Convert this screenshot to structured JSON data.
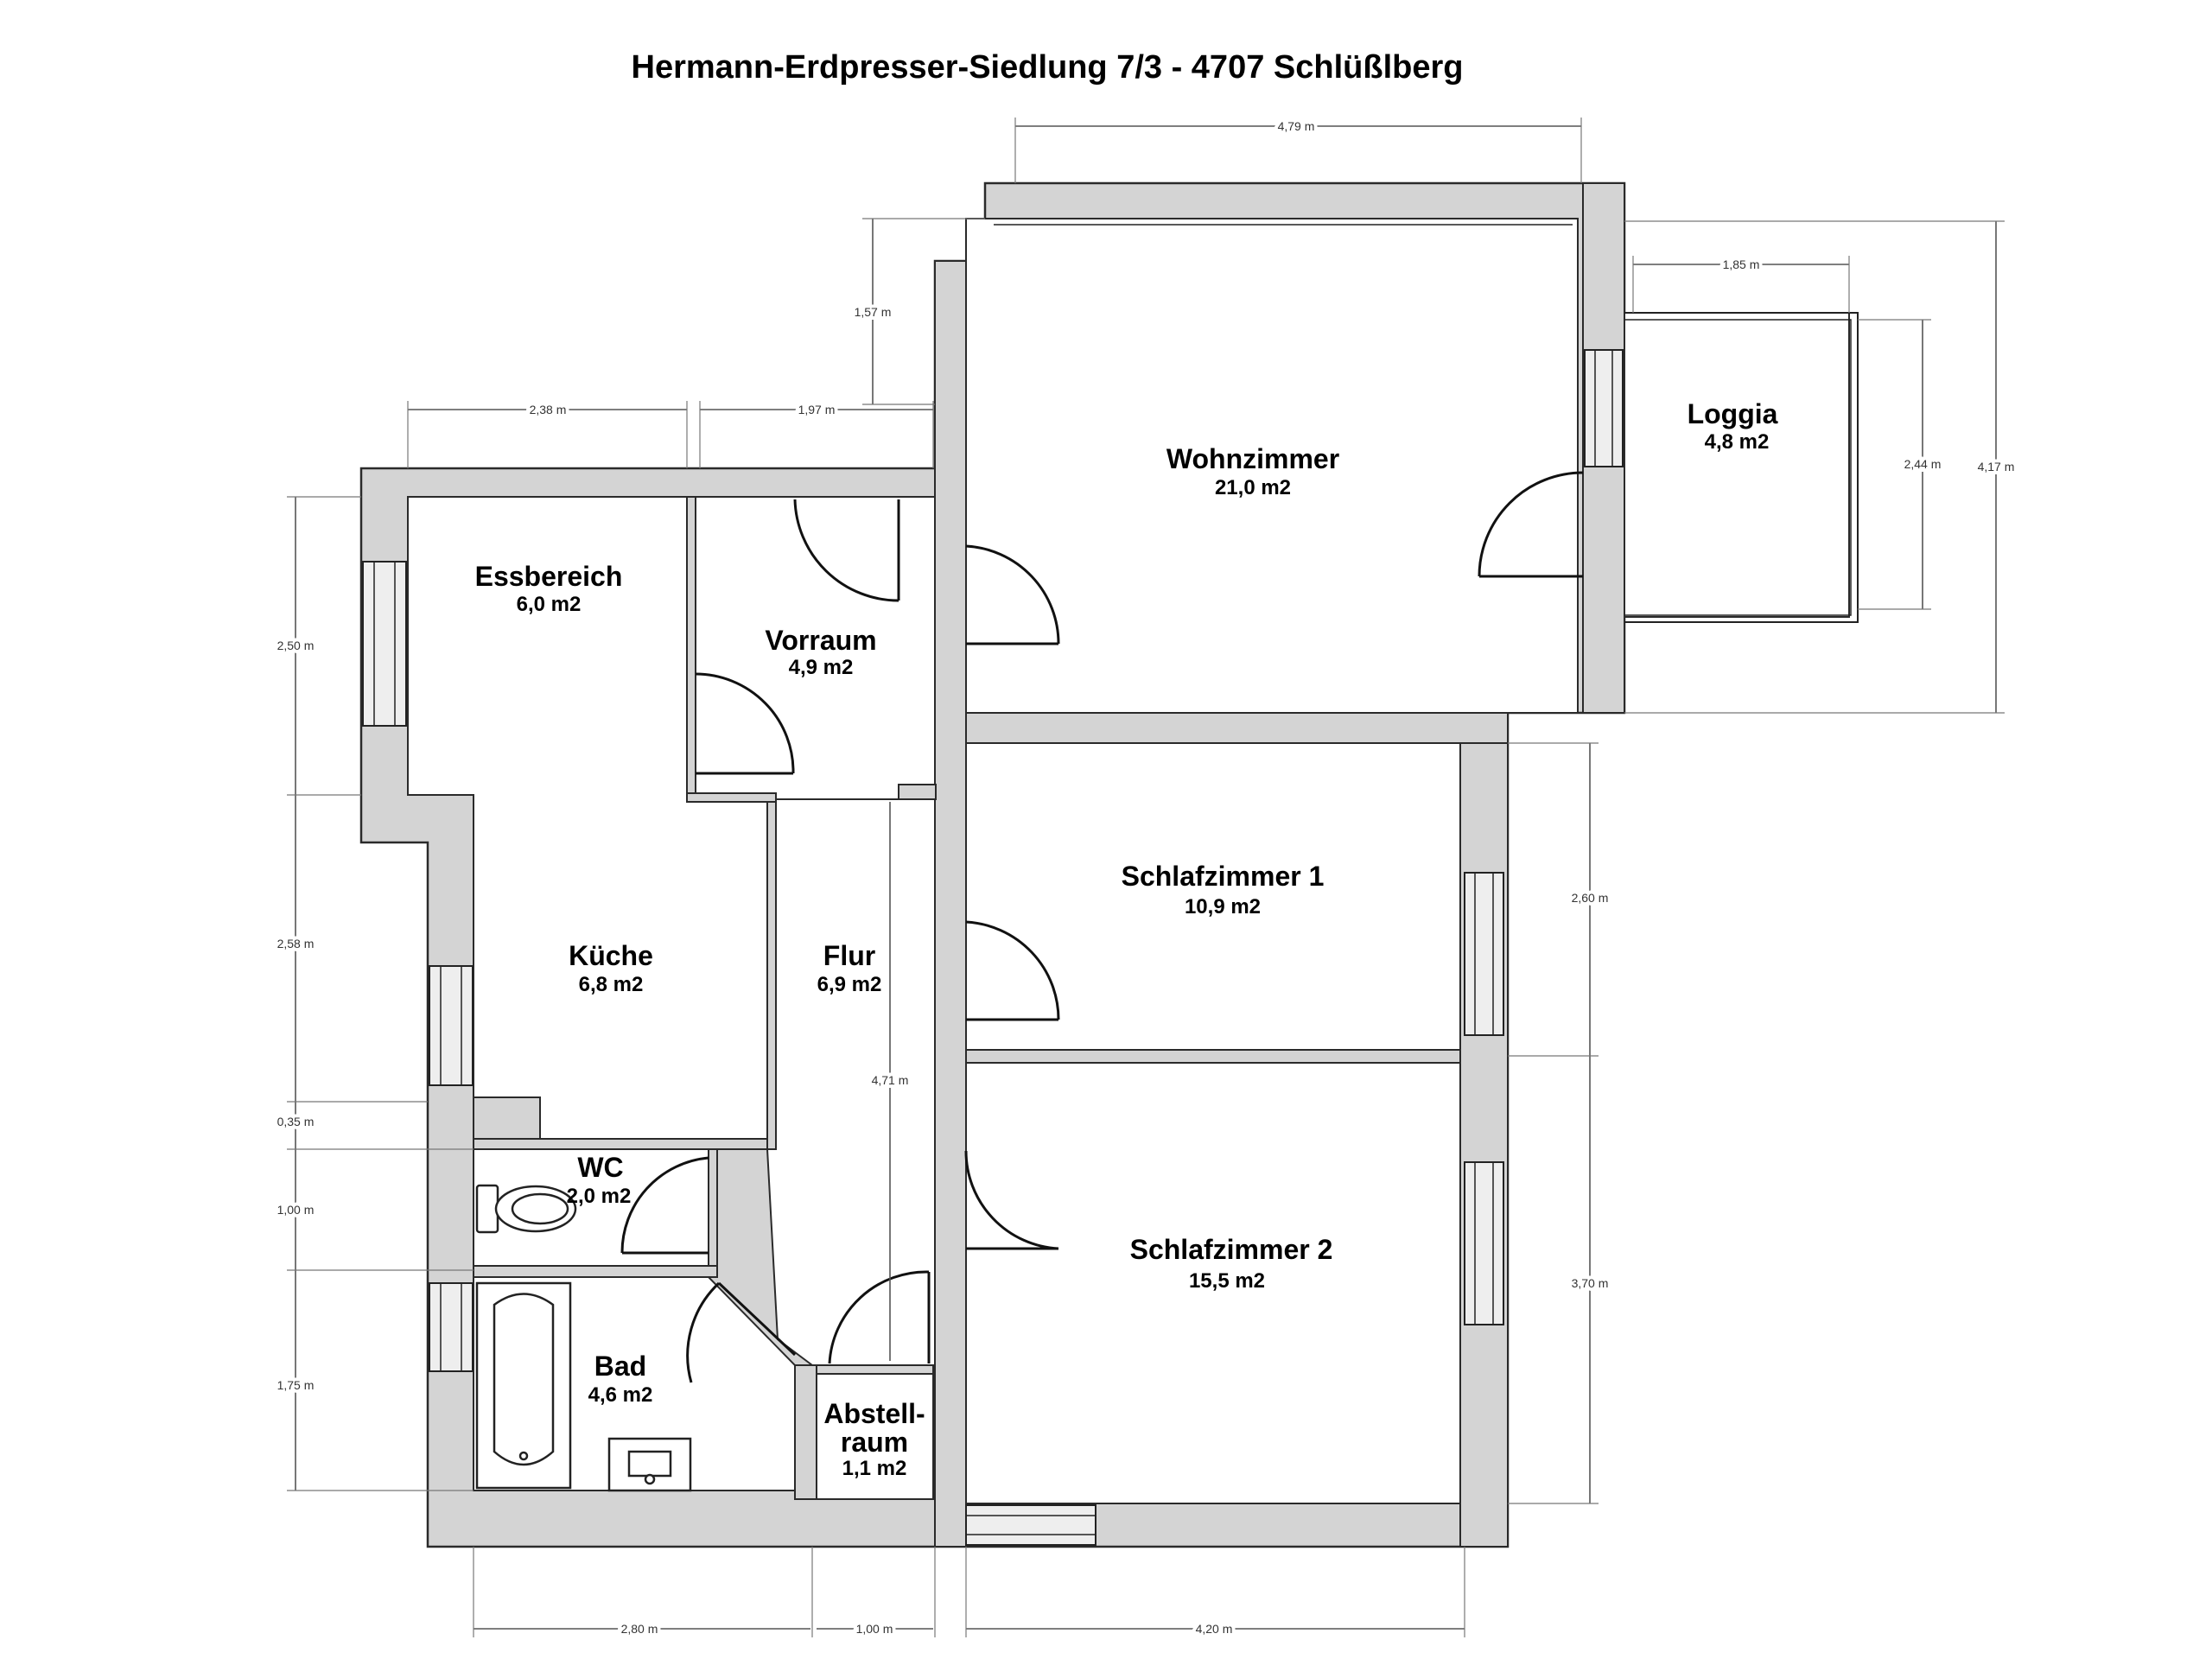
{
  "title": "Hermann-Erdpresser-Siedlung 7/3 - 4707 Schlüßlberg",
  "rooms": {
    "wohnzimmer": {
      "name": "Wohnzimmer",
      "area": "21,0 m2"
    },
    "loggia": {
      "name": "Loggia",
      "area": "4,8 m2"
    },
    "essbereich": {
      "name": "Essbereich",
      "area": "6,0 m2"
    },
    "vorraum": {
      "name": "Vorraum",
      "area": "4,9 m2"
    },
    "kueche": {
      "name": "Küche",
      "area": "6,8 m2"
    },
    "flur": {
      "name": "Flur",
      "area": "6,9 m2"
    },
    "schlafzimmer1": {
      "name": "Schlafzimmer 1",
      "area": "10,9 m2"
    },
    "schlafzimmer2": {
      "name": "Schlafzimmer 2",
      "area": "15,5 m2"
    },
    "wc": {
      "name": "WC",
      "area": "2,0 m2"
    },
    "bad": {
      "name": "Bad",
      "area": "4,6 m2"
    },
    "abstellraum": {
      "name_line1": "Abstell-",
      "name_line2": "raum",
      "area": "1,1 m2"
    }
  },
  "dimensions": {
    "top_wohnzimmer": "4,79 m",
    "loggia_width": "1,85 m",
    "offset_height": "1,57 m",
    "essbereich_width": "2,38 m",
    "vorraum_width": "1,97 m",
    "loggia_height": "2,44 m",
    "total_right_height": "4,17 m",
    "left_essbereich": "2,50 m",
    "left_kueche": "2,58 m",
    "left_gap": "0,35 m",
    "left_wc": "1,00 m",
    "left_bad": "1,75 m",
    "right_sz1": "2,60 m",
    "right_sz2": "3,70 m",
    "flur_length": "4,71 m",
    "bottom_bad": "2,80 m",
    "bottom_flur": "1,00 m",
    "bottom_sz2": "4,20 m"
  }
}
